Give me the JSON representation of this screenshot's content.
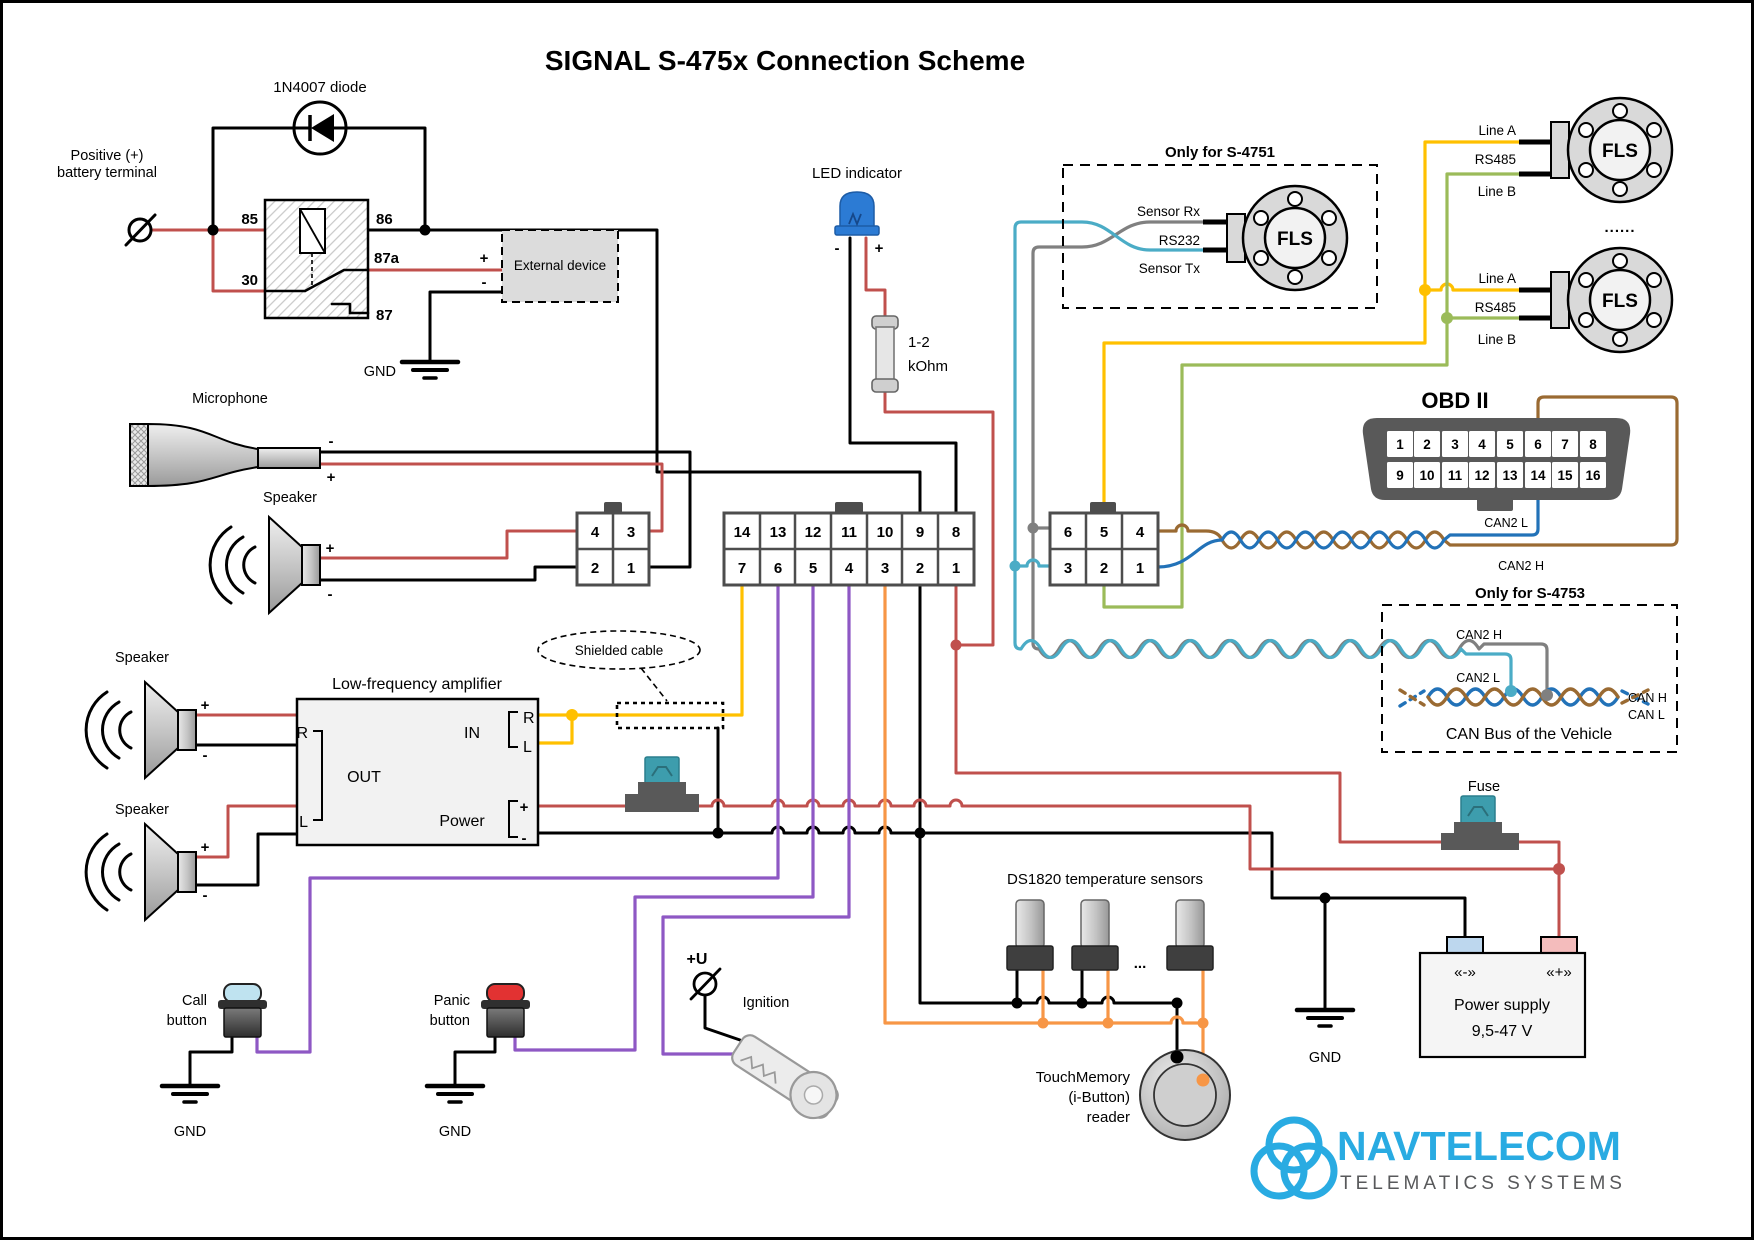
{
  "title": "SIGNAL S-475x Connection Scheme",
  "sym": {
    "plus": "+",
    "minus": "-"
  },
  "colors": {
    "wire_red": "#C0504D",
    "wire_yellow": "#FFC000",
    "wire_purple": "#8E58C4",
    "wire_orange": "#F79646",
    "wire_cyan": "#4BACC6",
    "wire_gray": "#808080",
    "wire_green": "#9BBB59",
    "wire_blue": "#2272B8",
    "wire_brown": "#9A6A32",
    "brand": "#29ABE2",
    "fuse_teal": "#3D9DAD",
    "led_blue": "#2C7BD4"
  },
  "battery": {
    "line1": "Positive (+)",
    "line2": "battery terminal"
  },
  "diode": {
    "label": "1N4007 diode"
  },
  "relay": {
    "p85": "85",
    "p86": "86",
    "p30": "30",
    "p87a": "87a",
    "p87": "87"
  },
  "external_device": {
    "label": "External device",
    "gnd": "GND"
  },
  "led": {
    "label": "LED indicator"
  },
  "resistor": {
    "line1": "1-2",
    "line2": "kOhm"
  },
  "microphone": {
    "label": "Microphone"
  },
  "speakers": {
    "s1": "Speaker",
    "s2": "Speaker",
    "s3": "Speaker"
  },
  "amplifier": {
    "title": "Low-frequency amplifier",
    "out": "OUT",
    "in": "IN",
    "power": "Power",
    "out_r": "R",
    "out_l": "L",
    "in_r": "R",
    "in_l": "L"
  },
  "shielded_cable": {
    "label": "Shielded cable"
  },
  "connector4": {
    "c4": "4",
    "c3": "3",
    "c2": "2",
    "c1": "1"
  },
  "connector14": {
    "top": [
      "14",
      "13",
      "12",
      "11",
      "10",
      "9",
      "8"
    ],
    "bottom": [
      "7",
      "6",
      "5",
      "4",
      "3",
      "2",
      "1"
    ]
  },
  "connector6": {
    "top": [
      "6",
      "5",
      "4"
    ],
    "bottom": [
      "3",
      "2",
      "1"
    ]
  },
  "s4751": {
    "title": "Only for S-4751",
    "sensor_rx": "Sensor Rx",
    "rs232": "RS232",
    "sensor_tx": "Sensor Tx",
    "fls": "FLS"
  },
  "fls_bus": {
    "dots": "......",
    "fls1": "FLS",
    "fls2": "FLS",
    "line_a1": "Line A",
    "rs485_1": "RS485",
    "line_b1": "Line B",
    "line_a2": "Line A",
    "rs485_2": "RS485",
    "line_b2": "Line B"
  },
  "obd": {
    "title": "OBD II",
    "pins_top": [
      "1",
      "2",
      "3",
      "4",
      "5",
      "6",
      "7",
      "8"
    ],
    "pins_bottom": [
      "9",
      "10",
      "11",
      "12",
      "13",
      "14",
      "15",
      "16"
    ],
    "can2l": "CAN2 L",
    "can2h": "CAN2 H"
  },
  "s4753": {
    "title": "Only for S-4753",
    "can2h": "CAN2 H",
    "can2l": "CAN2 L",
    "can_h": "CAN H",
    "can_l": "CAN L",
    "caption": "CAN Bus of the Vehicle"
  },
  "fuse": {
    "label": "Fuse"
  },
  "power_supply": {
    "minus": "«-»",
    "plus": "«+»",
    "line1": "Power supply",
    "line2": "9,5-47 V"
  },
  "gnd_labels": {
    "external": "GND",
    "call": "GND",
    "panic": "GND",
    "supply": "GND"
  },
  "call_button": {
    "line1": "Call",
    "line2": "button"
  },
  "panic_button": {
    "line1": "Panic",
    "line2": "button"
  },
  "ignition": {
    "label": "Ignition",
    "voltage": "+U"
  },
  "ds1820": {
    "label": "DS1820 temperature sensors",
    "dots": "..."
  },
  "touch_memory": {
    "line1": "TouchMemory",
    "line2": "(i-Button)",
    "line3": "reader"
  },
  "logo": {
    "name": "NAVTELECOM",
    "tagline": "TELEMATICS SYSTEMS"
  }
}
